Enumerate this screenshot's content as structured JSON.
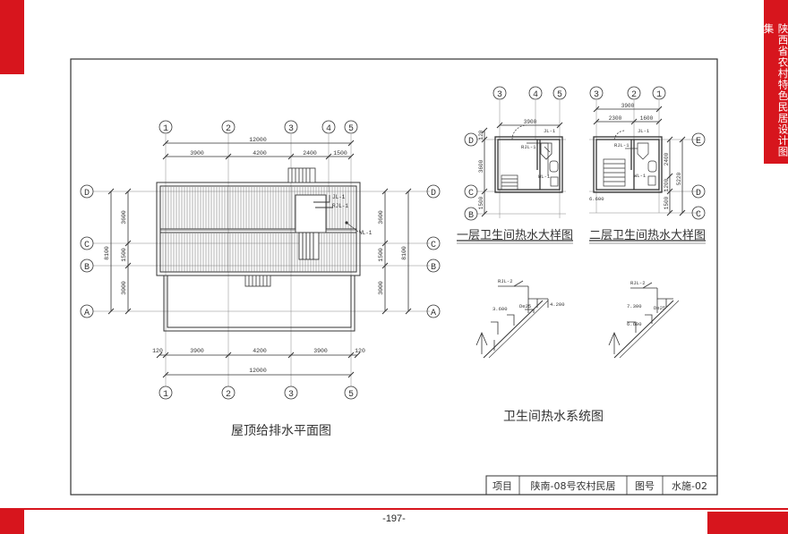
{
  "series_title": "陕西省农村特色民居设计图集",
  "page_number": "-197-",
  "title_block": {
    "project_label": "项目",
    "project_name": "陕南-08号农村民居",
    "drawing_no_label": "图号",
    "drawing_no": "水施-02"
  },
  "roof_plan": {
    "title": "屋顶给排水平面图",
    "axes_top": [
      "1",
      "2",
      "3",
      "4",
      "5"
    ],
    "axes_bottom": [
      "1",
      "2",
      "3",
      "5"
    ],
    "axes_left": [
      "D",
      "C",
      "B",
      "A"
    ],
    "axes_right": [
      "D",
      "C",
      "B",
      "A"
    ],
    "dims_top_total": "12000",
    "dims_top": [
      "3900",
      "4200",
      "2400",
      "1500"
    ],
    "dims_bottom": [
      "120",
      "3900",
      "4200",
      "3900",
      "120"
    ],
    "dims_bottom_total": "12000",
    "dims_left": [
      "3600",
      "1500",
      "3000"
    ],
    "dims_left_total": "8100",
    "dims_right": [
      "3600",
      "1500",
      "3000"
    ],
    "dims_right_total": "8100",
    "pipe_labels": [
      "JL-1",
      "RJL-1",
      "WL-1"
    ]
  },
  "detail_1f": {
    "title": "一层卫生间热水大样图",
    "axes_top": [
      "3",
      "4",
      "5"
    ],
    "axes_left": [
      "D",
      "C",
      "B"
    ],
    "dims_top": "3900",
    "dims_left": [
      "120",
      "3600",
      "1500"
    ],
    "pipe_labels": [
      "JL-1",
      "RJL-1",
      "WL-1"
    ]
  },
  "detail_2f": {
    "title": "二层卫生间热水大样图",
    "axes_top": [
      "3",
      "2",
      "1"
    ],
    "axes_right": [
      "E",
      "D",
      "C"
    ],
    "dims_top_total": "3900",
    "dims_top": [
      "2300",
      "1600"
    ],
    "dims_right": [
      "2400",
      "1200",
      "1500",
      "5220"
    ],
    "level": "6.600",
    "pipe_labels": [
      "JL-1",
      "RJL-1",
      "WL-1"
    ]
  },
  "system": {
    "title": "卫生间热水系统图",
    "left": {
      "label": "RJL-2",
      "levels": [
        "3.600",
        "4.200"
      ],
      "dn": "De25"
    },
    "right": {
      "label": "RJL-2",
      "levels": [
        "7.300",
        "6.600"
      ],
      "dn": "De25"
    }
  }
}
